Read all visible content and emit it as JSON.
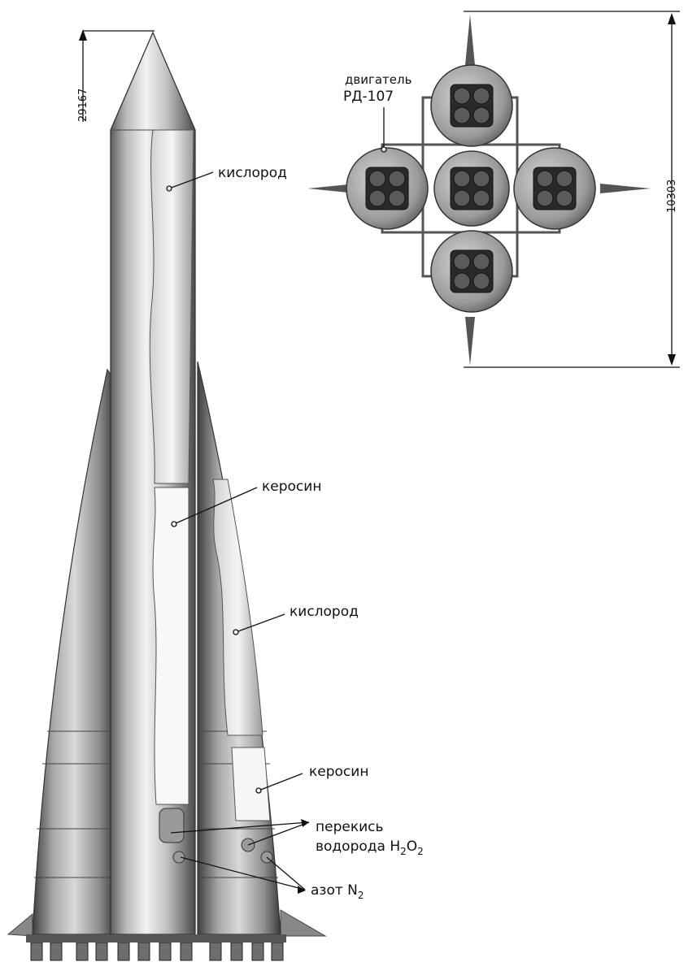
{
  "labels": {
    "oxygen_upper": "кислород",
    "kerosene_upper": "керосин",
    "oxygen_booster": "кислород",
    "kerosene_booster": "керосин",
    "peroxide_line1": "перекись",
    "peroxide_line2": "водорода H",
    "peroxide_sub1": "2",
    "peroxide_o": "O",
    "peroxide_sub2": "2",
    "nitrogen": "азот N",
    "nitrogen_sub": "2",
    "engine_line1": "двигатель",
    "engine_line2": "РД-107"
  },
  "dimensions": {
    "height": "29167",
    "span": "10303"
  }
}
